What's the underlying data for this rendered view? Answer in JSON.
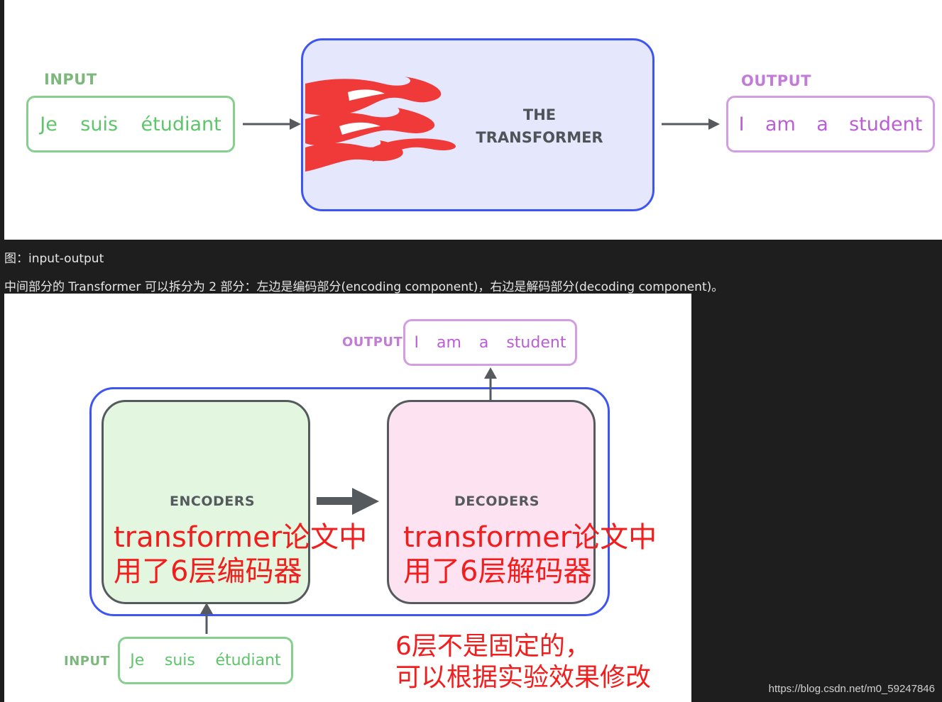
{
  "figure1": {
    "input_label": "INPUT",
    "input_words": [
      "Je",
      "suis",
      "étudiant"
    ],
    "transformer_title_line1": "THE",
    "transformer_title_line2": "TRANSFORMER",
    "output_label": "OUTPUT",
    "output_words": [
      "I",
      "am",
      "a",
      "student"
    ]
  },
  "captions": {
    "figure_caption": "图：input-output",
    "description": "中间部分的 Transformer 可以拆分为 2 部分：左边是编码部分(encoding component)，右边是解码部分(decoding component)。"
  },
  "figure2": {
    "output_label": "OUTPUT",
    "output_words": [
      "I",
      "am",
      "a",
      "student"
    ],
    "encoders_label": "ENCODERS",
    "decoders_label": "DECODERS",
    "encoder_note_line1": "transformer论文中",
    "encoder_note_line2": "用了6层编码器",
    "decoder_note_line1": "transformer论文中",
    "decoder_note_line2": "用了6层解码器",
    "layers_note_line1": "6层不是固定的，",
    "layers_note_line2": "可以根据实验效果修改",
    "input_label": "INPUT",
    "input_words": [
      "Je",
      "suis",
      "étudiant"
    ]
  },
  "watermark": "https://blog.csdn.net/m0_59247846",
  "colors": {
    "background": "#1e1e1e",
    "input_green": "#86cf8f",
    "output_purple": "#d39de2",
    "transformer_fill": "#e5e8fd",
    "transformer_border": "#3e55f2",
    "encoder_fill": "#e2f6e0",
    "decoder_fill": "#fde3f1",
    "note_red": "#f21d1d",
    "flame_red": "#f03a3a"
  }
}
